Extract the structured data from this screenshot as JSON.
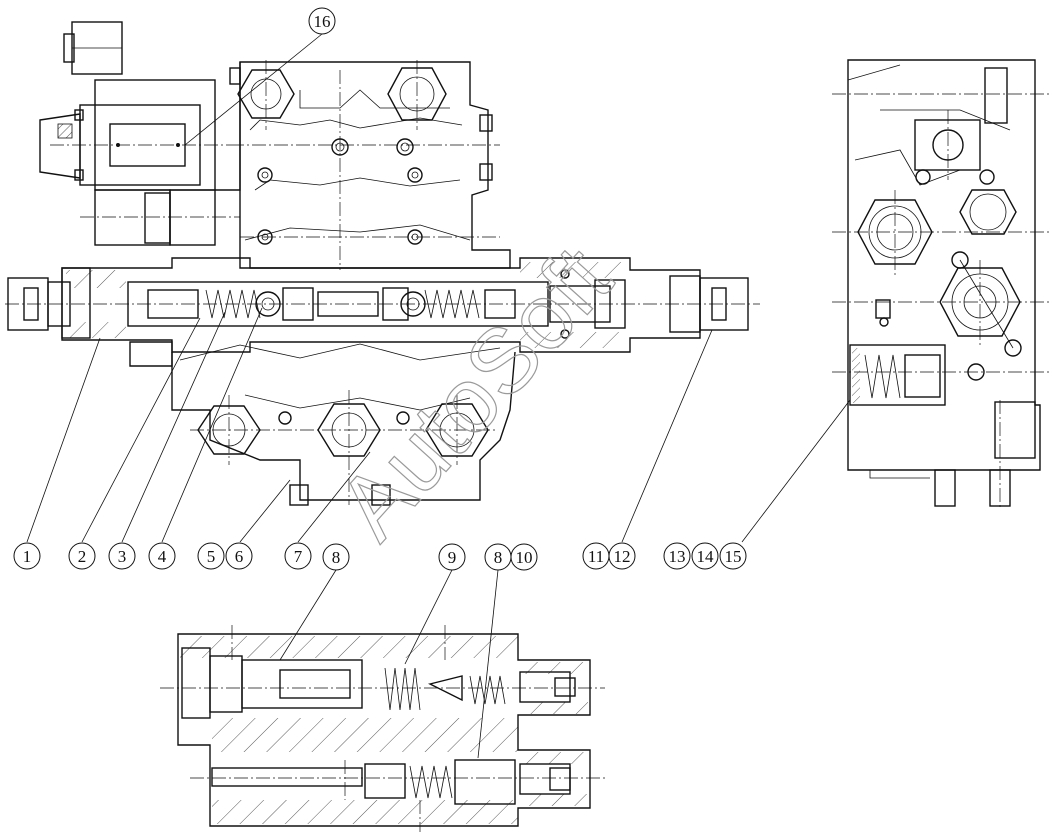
{
  "callouts": {
    "c1": "1",
    "c2": "2",
    "c3": "3",
    "c4": "4",
    "c5": "5",
    "c6": "6",
    "c7": "7",
    "c8a": "8",
    "c8b": "8",
    "c9": "9",
    "c10": "10",
    "c11": "11",
    "c12": "12",
    "c13": "13",
    "c14": "14",
    "c15": "15",
    "c16": "16"
  },
  "watermark": "AutoSoft"
}
